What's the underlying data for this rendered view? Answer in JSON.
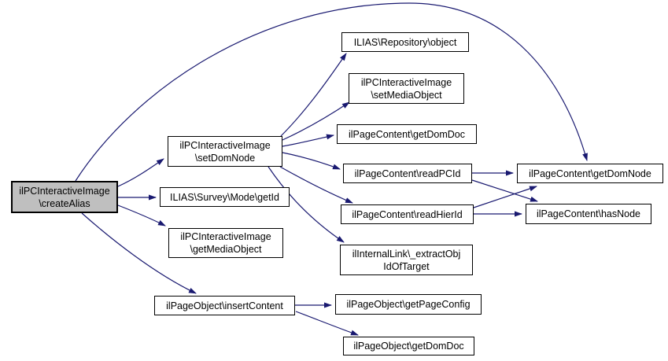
{
  "graph": {
    "type": "call-graph",
    "background_color": "#ffffff",
    "edge_color": "#191970",
    "node_border_color": "#000000",
    "node_fill_color": "#ffffff",
    "highlighted_node_fill_color": "#bfbfbf",
    "nodes": [
      {
        "id": "ilPCInteractiveImage-createAlias",
        "label": "ilPCInteractiveImage\n\\createAlias",
        "highlighted": true
      },
      {
        "id": "ilPCInteractiveImage-setDomNode",
        "label": "ilPCInteractiveImage\n\\setDomNode",
        "highlighted": false
      },
      {
        "id": "ILIAS-Repository-object",
        "label": "ILIAS\\Repository\\object",
        "highlighted": false
      },
      {
        "id": "ilPCInteractiveImage-setMediaObject",
        "label": "ilPCInteractiveImage\n\\setMediaObject",
        "highlighted": false
      },
      {
        "id": "ilPageContent-getDomDoc",
        "label": "ilPageContent\\getDomDoc",
        "highlighted": false
      },
      {
        "id": "ilPageContent-readPCId",
        "label": "ilPageContent\\readPCId",
        "highlighted": false
      },
      {
        "id": "ilPageContent-readHierId",
        "label": "ilPageContent\\readHierId",
        "highlighted": false
      },
      {
        "id": "ilPageContent-getDomNode",
        "label": "ilPageContent\\getDomNode",
        "highlighted": false
      },
      {
        "id": "ilPageContent-hasNode",
        "label": "ilPageContent\\hasNode",
        "highlighted": false
      },
      {
        "id": "ILIAS-Survey-Mode-getId",
        "label": "ILIAS\\Survey\\Mode\\getId",
        "highlighted": false
      },
      {
        "id": "ilPCInteractiveImage-getMediaObject",
        "label": "ilPCInteractiveImage\n\\getMediaObject",
        "highlighted": false
      },
      {
        "id": "ilInternalLink-extractObjIdOfTarget",
        "label": "ilInternalLink\\_extractObj\nIdOfTarget",
        "highlighted": false
      },
      {
        "id": "ilPageObject-insertContent",
        "label": "ilPageObject\\insertContent",
        "highlighted": false
      },
      {
        "id": "ilPageObject-getPageConfig",
        "label": "ilPageObject\\getPageConfig",
        "highlighted": false
      },
      {
        "id": "ilPageObject-getDomDoc",
        "label": "ilPageObject\\getDomDoc",
        "highlighted": false
      }
    ],
    "edges": [
      {
        "from": "ilPCInteractiveImage-createAlias",
        "to": "ilPCInteractiveImage-setDomNode"
      },
      {
        "from": "ilPCInteractiveImage-createAlias",
        "to": "ILIAS-Survey-Mode-getId"
      },
      {
        "from": "ilPCInteractiveImage-createAlias",
        "to": "ilPCInteractiveImage-getMediaObject"
      },
      {
        "from": "ilPCInteractiveImage-createAlias",
        "to": "ilPageObject-insertContent"
      },
      {
        "from": "ilPCInteractiveImage-createAlias",
        "to": "ilPageContent-getDomNode"
      },
      {
        "from": "ilPCInteractiveImage-setDomNode",
        "to": "ILIAS-Repository-object"
      },
      {
        "from": "ilPCInteractiveImage-setDomNode",
        "to": "ilPCInteractiveImage-setMediaObject"
      },
      {
        "from": "ilPCInteractiveImage-setDomNode",
        "to": "ilPageContent-getDomDoc"
      },
      {
        "from": "ilPCInteractiveImage-setDomNode",
        "to": "ilPageContent-readPCId"
      },
      {
        "from": "ilPCInteractiveImage-setDomNode",
        "to": "ilPageContent-readHierId"
      },
      {
        "from": "ilPCInteractiveImage-setDomNode",
        "to": "ilInternalLink-extractObjIdOfTarget"
      },
      {
        "from": "ilPageContent-readPCId",
        "to": "ilPageContent-getDomNode"
      },
      {
        "from": "ilPageContent-readPCId",
        "to": "ilPageContent-hasNode"
      },
      {
        "from": "ilPageContent-readHierId",
        "to": "ilPageContent-getDomNode"
      },
      {
        "from": "ilPageContent-readHierId",
        "to": "ilPageContent-hasNode"
      },
      {
        "from": "ilPageObject-insertContent",
        "to": "ilPageObject-getPageConfig"
      },
      {
        "from": "ilPageObject-insertContent",
        "to": "ilPageObject-getDomDoc"
      }
    ]
  }
}
